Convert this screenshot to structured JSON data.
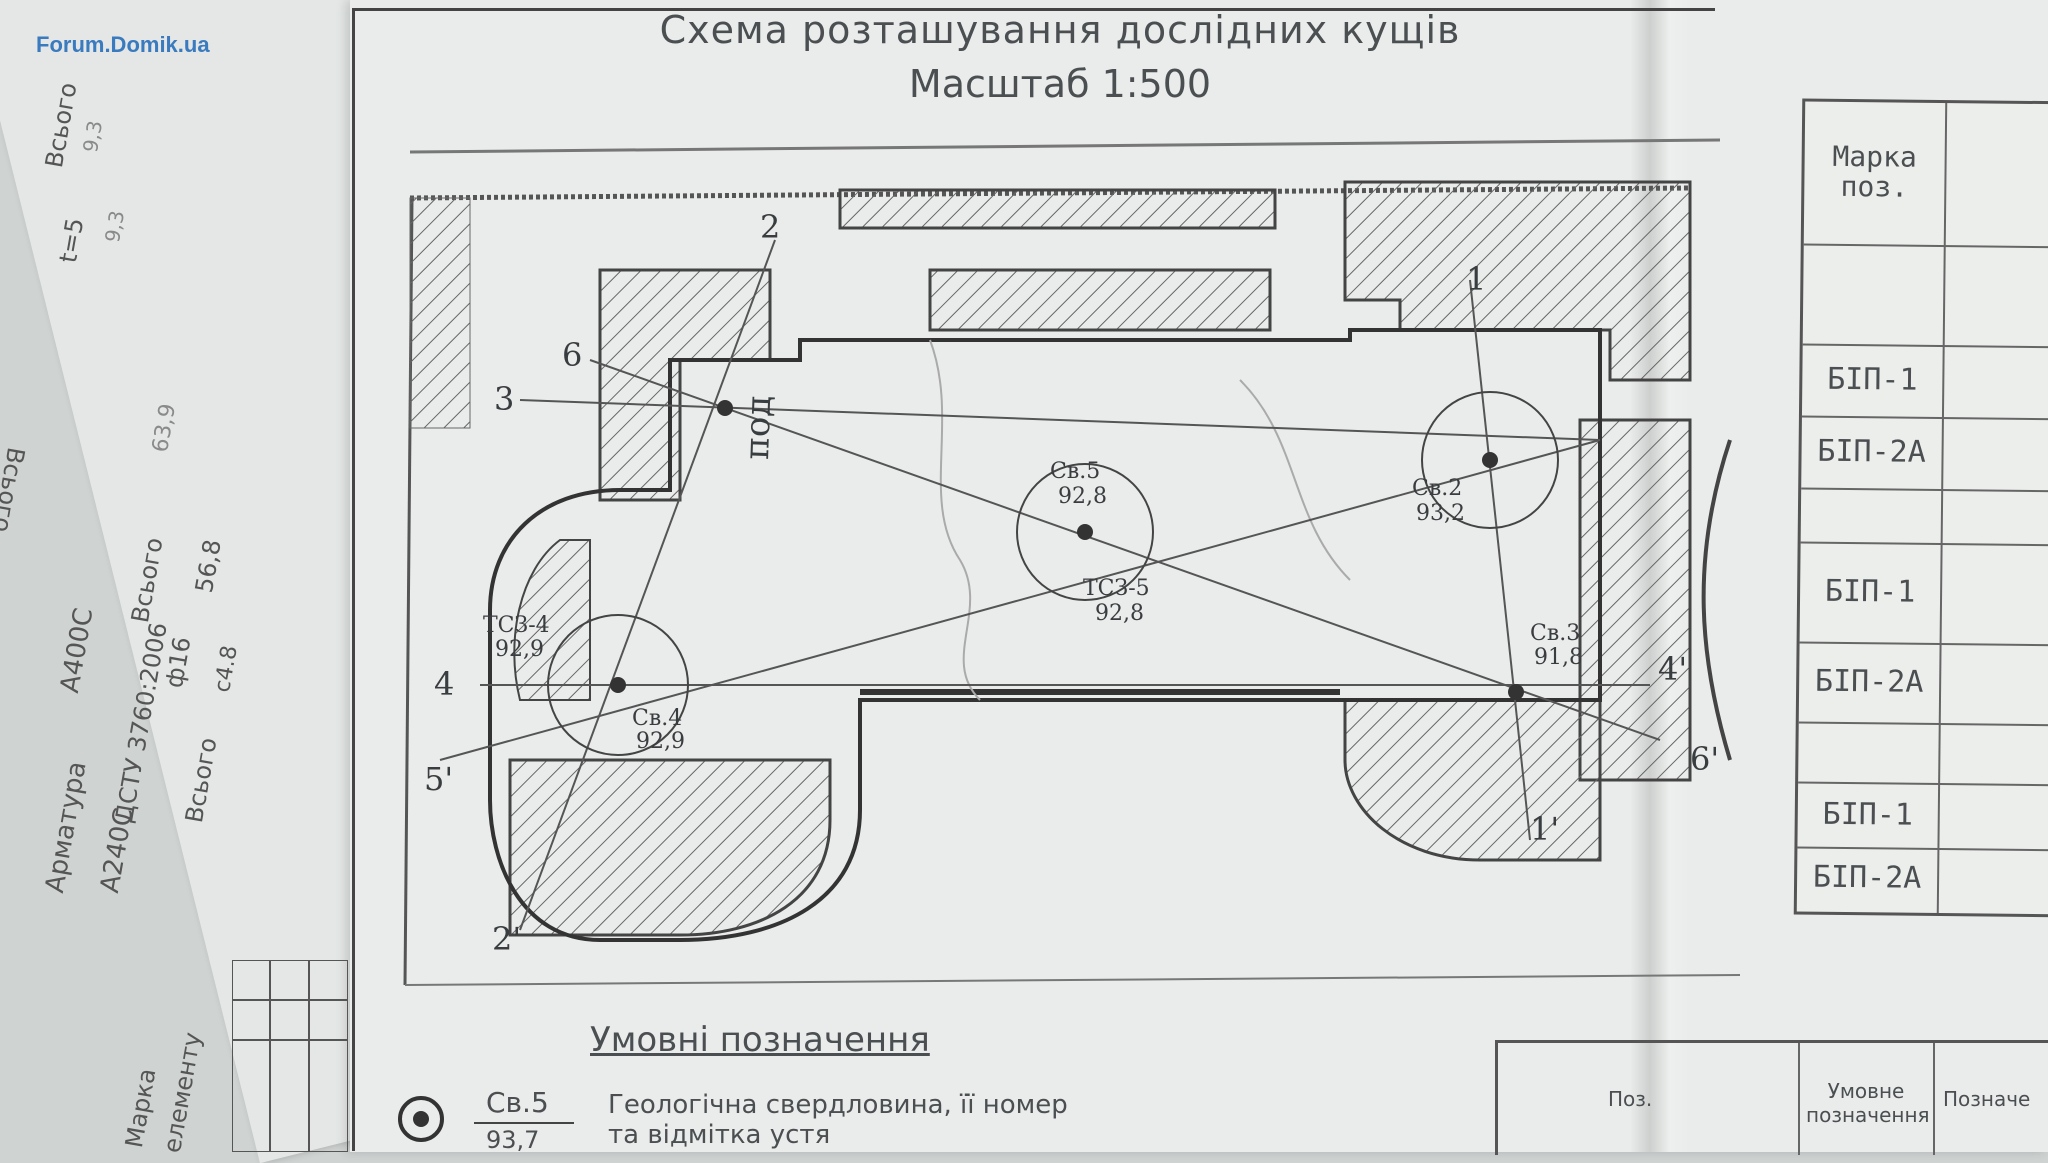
{
  "watermark": {
    "text": "Forum.Domik.ua"
  },
  "drawing": {
    "title": "Схема розташування дослідних кущів",
    "scale": "Масштаб 1:500",
    "labels": {
      "sv5": "Св.5",
      "sv5_mark": "92,8",
      "tsz5": "ТСЗ-5",
      "tsz5_mark": "92,8",
      "tsz4": "ТСЗ-4",
      "tsz4_mark": "92,9",
      "sv4": "Св.4",
      "sv4_mark": "92,9",
      "sv2": "Св.2",
      "sv2_mark": "93,2",
      "sv3": "Св.3",
      "sv3_mark": "91,8",
      "pod": "под",
      "axis1": "1",
      "axis1b": "1'",
      "axis2": "2",
      "axis2b": "2'",
      "axis3": "3",
      "axis4": "4",
      "axis4b": "4'",
      "axis5": "5'",
      "axis6": "6",
      "axis6b": "6'"
    }
  },
  "spec_table": {
    "header": "Марка поз.",
    "rows": [
      "",
      "БІП-1",
      "БІП-2А",
      "",
      "БІП-1",
      "БІП-2А",
      "",
      "БІП-1",
      "БІП-2А"
    ]
  },
  "legend": {
    "title": "Умовні позначення",
    "code": "Св.5",
    "code_sub": "93,7",
    "description_line1": "Геологічна свердловина, її номер",
    "description_line2": "та відмітка устя"
  },
  "bottom_block": {
    "col1": "Поз.",
    "col2": "Умовне позначення",
    "col3": "Позначе"
  },
  "left_sheet": {
    "armatura": "Арматура",
    "a400c": "А400С",
    "a240c": "А240С",
    "dstu": "ДСТУ 3760:2006",
    "d16": "ф16",
    "vsogo1": "Всього",
    "vsogo2": "Всього",
    "vsogo3": "Всього",
    "vsogo4": "Всього",
    "t5": "t=5",
    "v93a": "9,3",
    "v93b": "9,3",
    "v639": "63,9",
    "v568": "56,8",
    "c48": "с4.8",
    "marka": "Марка",
    "elementu": "елементу"
  },
  "colors": {
    "ink": "#4b4f52",
    "paper": "#e9ecea",
    "accent": "#3a7abf"
  }
}
